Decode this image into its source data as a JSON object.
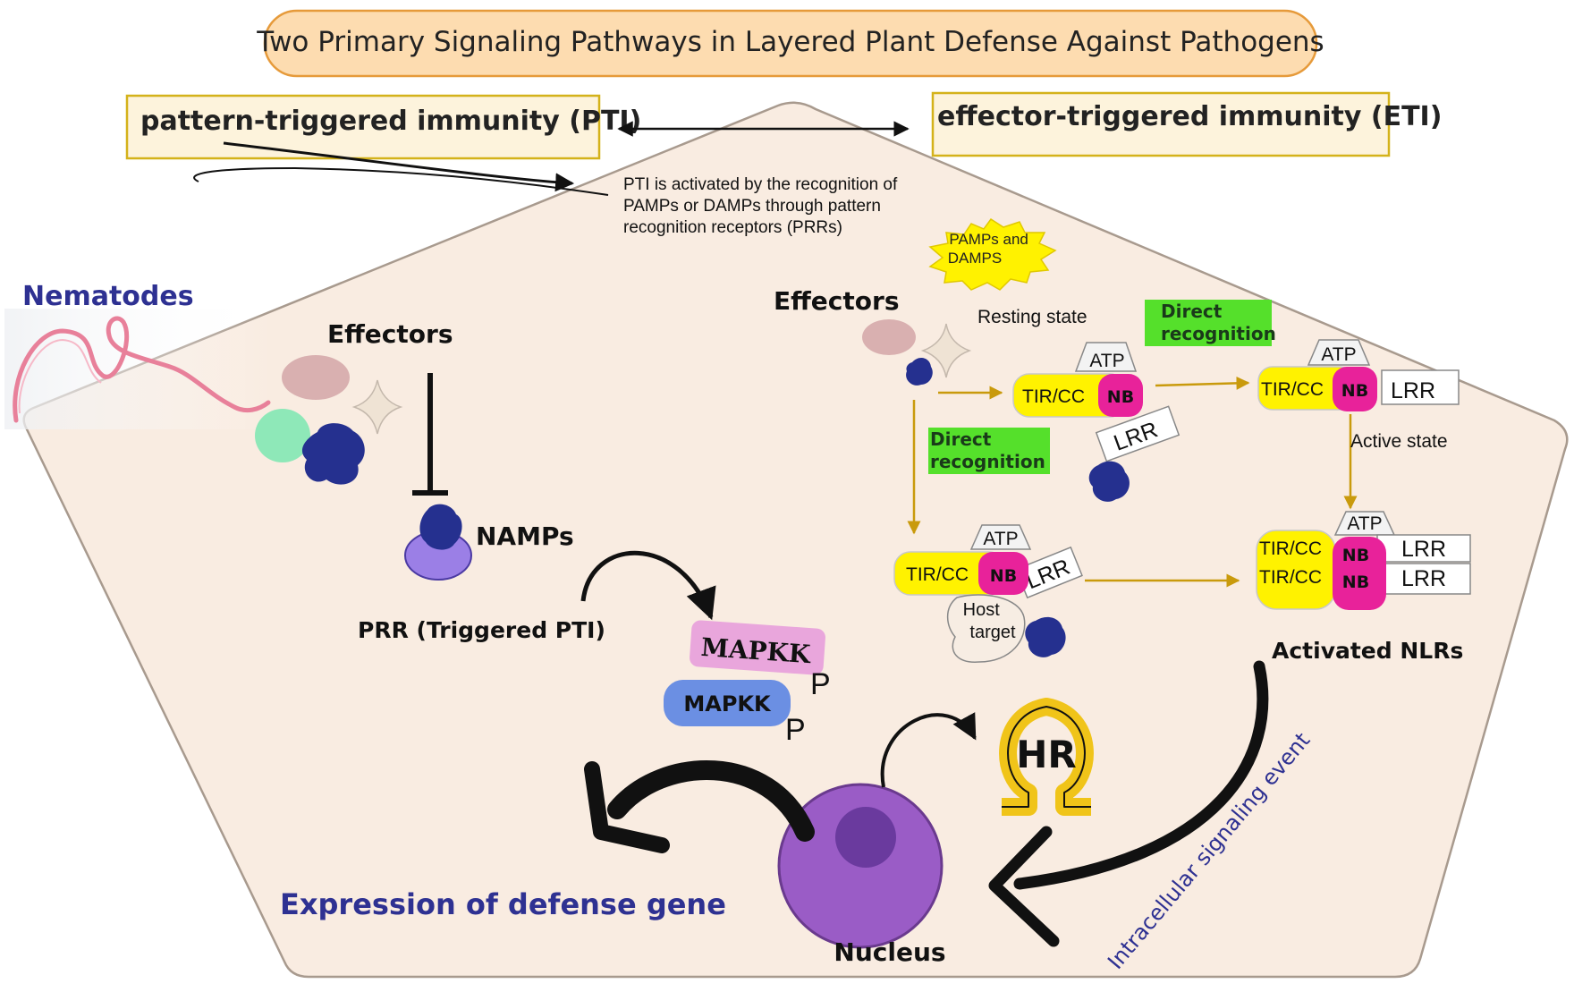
{
  "title": "Two Primary Signaling Pathways in Layered Plant Defense Against Pathogens",
  "pti_box": "pattern-triggered immunity (PTI)",
  "eti_box": "effector-triggered immunity (ETI)",
  "pti_note_lines": [
    "PTI is activated by the recognition of",
    "PAMPs or DAMPs through pattern",
    "recognition receptors (PRRs)"
  ],
  "pamps_burst_lines": [
    "PAMPs and",
    "DAMPS"
  ],
  "nematodes": "Nematodes",
  "effectors_left": "Effectors",
  "effectors_right": "Effectors",
  "namps": "NAMPs",
  "prr_label": "PRR (Triggered PTI)",
  "mapkk_top": "MAPKK",
  "mapkk_bottom": "MAPKK",
  "phospho": "P",
  "resting_state": "Resting state",
  "direct_recognition_lines": [
    "Direct",
    "recognition"
  ],
  "active_state": "Active state",
  "atp": "ATP",
  "tir_cc": "TIR/CC",
  "nb": "NB",
  "lrr": "LRR",
  "host_target_lines": [
    "Host",
    "target"
  ],
  "activated_nlrs": "Activated NLRs",
  "hr": "HR",
  "intracellular_signaling": "Intracellular signaling event",
  "expression_defense": "Expression of defense gene",
  "nucleus": "Nucleus",
  "colors": {
    "cell_fill": "#f9ece1",
    "cell_stroke": "#a89a8e",
    "title_fill": "#fddcb0",
    "title_stroke": "#e69a3a",
    "box_fill": "#fdf3dc",
    "box_stroke": "#d4b21a",
    "tir_yellow": "#fff200",
    "nb_magenta": "#e8229a",
    "green_label": "#55e02b",
    "effector_blue": "#25308f",
    "mapkk_pink": "#e9a6dc",
    "mapkk_blue": "#6b8fe3",
    "nucleus_purple": "#9a5cc6",
    "hr_gold": "#f0c419",
    "nematode_pink": "#e8809a",
    "arrow_gold": "#c99a0c",
    "dark_blue_text": "#2e3192"
  }
}
